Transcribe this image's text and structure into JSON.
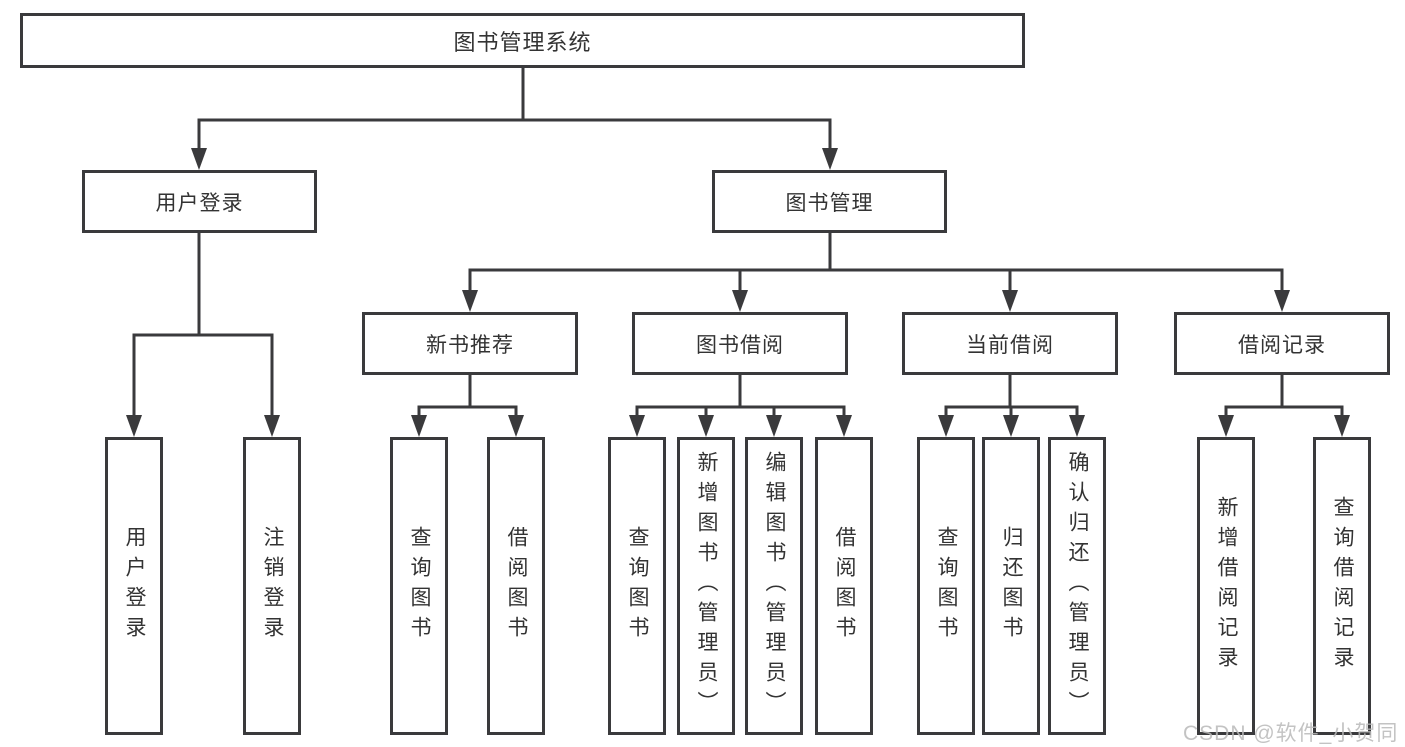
{
  "colors": {
    "line": "#3a3a3c",
    "text": "#333333",
    "background": "#ffffff",
    "watermark": "#b9b9b9"
  },
  "watermark": "CSDN @软件_小贺同学",
  "tree": {
    "root": {
      "label": "图书管理系统"
    },
    "branches": [
      {
        "label": "用户登录",
        "children": [
          {
            "label": "用户登录"
          },
          {
            "label": "注销登录"
          }
        ]
      },
      {
        "label": "图书管理",
        "children": [
          {
            "label": "新书推荐",
            "children": [
              {
                "label": "查询图书"
              },
              {
                "label": "借阅图书"
              }
            ]
          },
          {
            "label": "图书借阅",
            "children": [
              {
                "label": "查询图书"
              },
              {
                "label": "新增图书（管理员）"
              },
              {
                "label": "编辑图书（管理员）"
              },
              {
                "label": "借阅图书"
              }
            ]
          },
          {
            "label": "当前借阅",
            "children": [
              {
                "label": "查询图书"
              },
              {
                "label": "归还图书"
              },
              {
                "label": "确认归还（管理员）"
              }
            ]
          },
          {
            "label": "借阅记录",
            "children": [
              {
                "label": "新增借阅记录"
              },
              {
                "label": "查询借阅记录"
              }
            ]
          }
        ]
      }
    ]
  }
}
